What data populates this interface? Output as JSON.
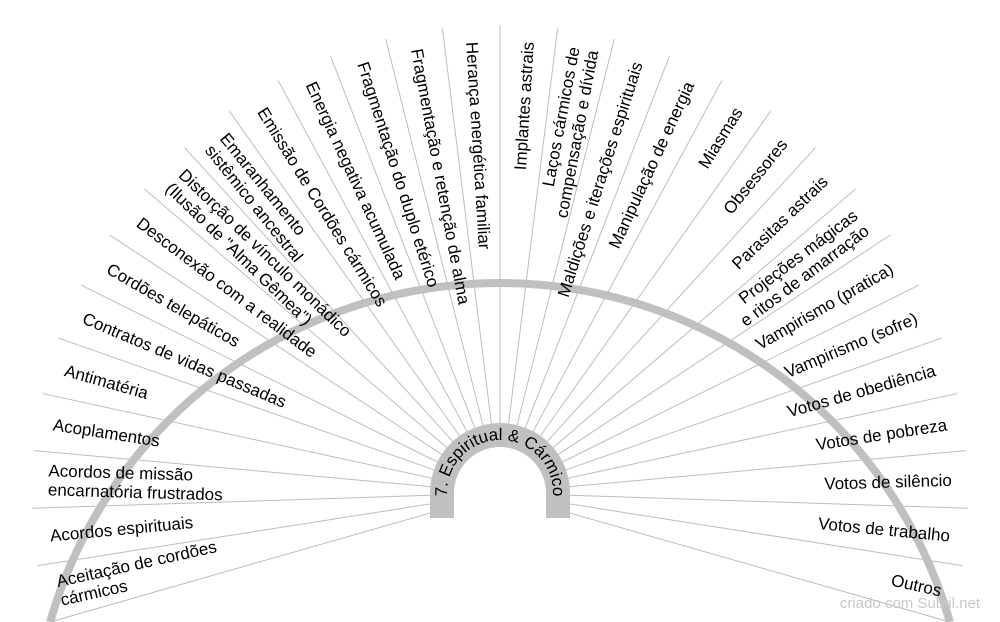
{
  "chart_data": {
    "type": "pendulum-chart",
    "hub_label": "7. Espiritual & Cármico",
    "sectors": [
      [
        "Aceitação de cordões",
        "cármicos"
      ],
      [
        "Acordos espirituais"
      ],
      [
        "Acordos de missão",
        "encarnatória frustrados"
      ],
      [
        "Acoplamentos"
      ],
      [
        "Antimatéria"
      ],
      [
        "Contratos de vidas passadas"
      ],
      [
        "Cordões telepáticos"
      ],
      [
        "Desconexão com a realidade"
      ],
      [
        "Distorção de vínculo monádico",
        "(Ilusão de \"Alma Gêmea\")"
      ],
      [
        "Emaranhamento",
        "sistêmico ancestral"
      ],
      [
        "Emissão de Cordões cármicos"
      ],
      [
        "Energia negativa acumulada"
      ],
      [
        "Fragmentação do duplo etérico"
      ],
      [
        "Fragmentação e retenção de alma"
      ],
      [
        "Herança energética familiar"
      ],
      [
        "Implantes astrais"
      ],
      [
        "Laços cármicos de",
        "compensação e dívida"
      ],
      [
        "Maldições e iterações espirituais"
      ],
      [
        "Manipulação de energia"
      ],
      [
        "Miasmas"
      ],
      [
        "Obsessores"
      ],
      [
        "Parasitas astrais"
      ],
      [
        "Projeções mágicas",
        "e ritos de amarração"
      ],
      [
        "Vampirismo (pratica)"
      ],
      [
        "Vampirismo (sofre)"
      ],
      [
        "Votos de obediência"
      ],
      [
        "Votos de pobreza"
      ],
      [
        "Votos de silêncio"
      ],
      [
        "Votos de trabalho"
      ],
      [
        "Outros"
      ]
    ],
    "colors": {
      "rim": "#c0c0c0",
      "hub": "#c0c0c0",
      "divider": "#bdbdbd"
    }
  },
  "credit": "criado com Subtil.net"
}
